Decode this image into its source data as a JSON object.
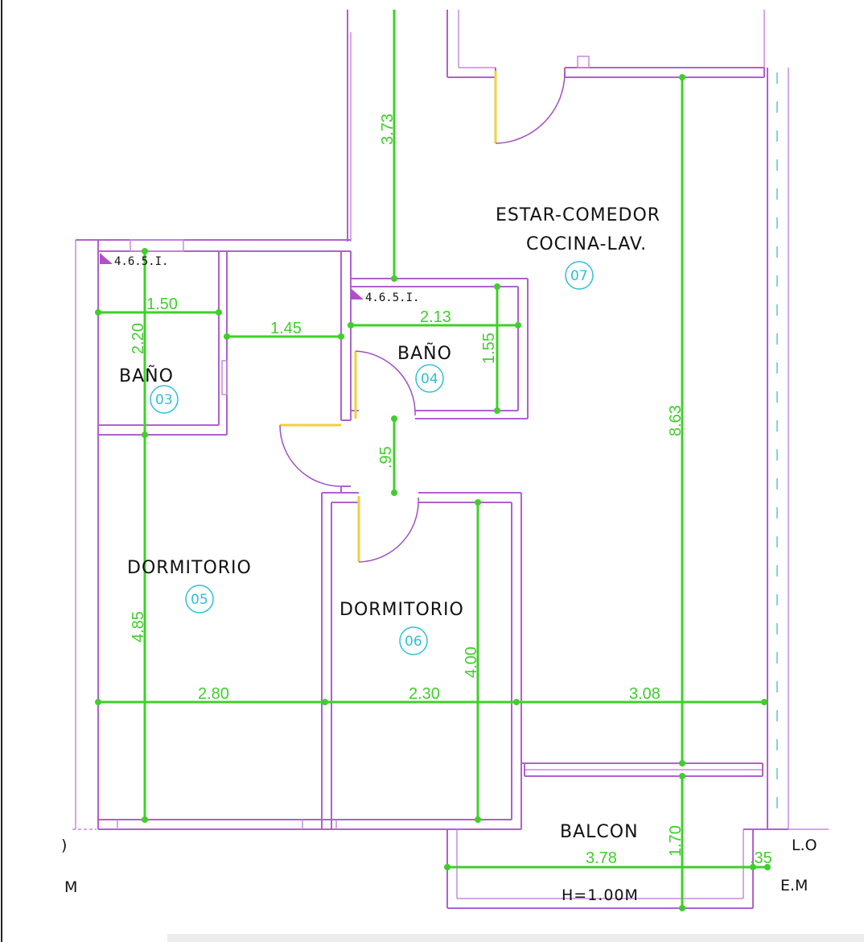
{
  "rooms": {
    "estar_line1": "ESTAR-COMEDOR",
    "estar_line2": "COCINA-LAV.",
    "estar_num": "07",
    "bano3": "BAÑO",
    "bano3_num": "03",
    "bano4": "BAÑO",
    "bano4_num": "04",
    "dorm5": "DORMITORIO",
    "dorm5_num": "05",
    "dorm6": "DORMITORIO",
    "dorm6_num": "06",
    "balcon": "BALCON",
    "balcon_h": "H=1.00M"
  },
  "codes": {
    "vent_a": "4.6.5.I.",
    "vent_b": "4.6.5.I."
  },
  "dimensions": {
    "d373": "3.73",
    "d150": "1.50",
    "d220": "2.20",
    "d145": "1.45",
    "d213": "2.13",
    "d155": "1.55",
    "d95": ".95",
    "d863": "8.63",
    "d485": "4.85",
    "d400": "4.00",
    "d280": "2.80",
    "d230": "2.30",
    "d308": "3.08",
    "d170": "1.70",
    "d378": "3.78",
    "d35": ".35"
  },
  "edge_labels": {
    "lo": "L.O",
    "em": "E.M",
    "left_m": "M",
    "left_o": ")"
  },
  "colors": {
    "wall": "#b060d0",
    "dimension": "#3fcf2a",
    "door_leaf": "#f0d040",
    "room_number": "#2ec0d8"
  }
}
